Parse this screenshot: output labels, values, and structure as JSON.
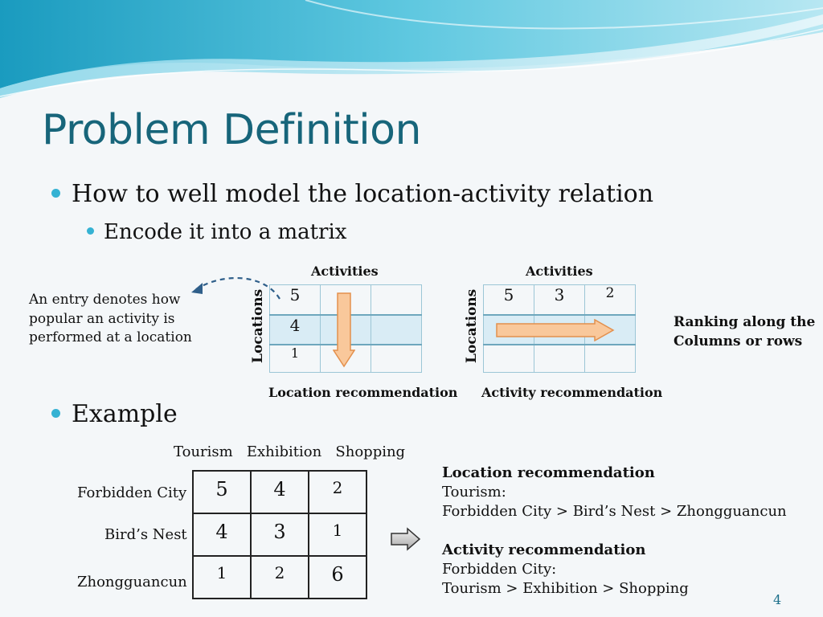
{
  "slide": {
    "title": "Problem Definition",
    "page_number": "4"
  },
  "bullets": {
    "b1": "How to well model the location-activity relation",
    "b1_sub": "Encode it into a matrix",
    "b2": "Example"
  },
  "annotation": {
    "line1": "An entry denotes how",
    "line2": "popular  an activity is",
    "line3": "performed at a location"
  },
  "ranking_note": {
    "line1": "Ranking along the",
    "line2": "Columns or rows"
  },
  "matrix_left": {
    "col_header": "Activities",
    "row_header": "Locations",
    "rows": [
      [
        "5",
        "",
        ""
      ],
      [
        "4",
        "",
        ""
      ],
      [
        "1",
        "",
        ""
      ]
    ],
    "caption": "Location recommendation"
  },
  "matrix_right": {
    "col_header": "Activities",
    "row_header": "Locations",
    "rows": [
      [
        "5",
        "3",
        "2"
      ],
      [
        "",
        "",
        ""
      ],
      [
        "",
        "",
        ""
      ]
    ],
    "caption": "Activity recommendation"
  },
  "example": {
    "columns": [
      "Tourism",
      "Exhibition",
      "Shopping"
    ],
    "row_labels": [
      "Forbidden City",
      "Bird’s Nest",
      "Zhongguancun"
    ],
    "values": [
      [
        "5",
        "4",
        "2"
      ],
      [
        "4",
        "3",
        "1"
      ],
      [
        "1",
        "2",
        "6"
      ]
    ]
  },
  "results": {
    "loc_title": "Location recommendation",
    "loc_line1": "Tourism:",
    "loc_line2": "Forbidden City > Bird’s Nest > Zhongguancun",
    "act_title": "Activity recommendation",
    "act_line1": "Forbidden City:",
    "act_line2": "Tourism > Exhibition > Shopping"
  },
  "colors": {
    "title": "#17657a",
    "bullet": "#35b2d3",
    "matrix_border": "#9cc6d6",
    "arrow_fill": "#f9c89b",
    "arrow_stroke": "#e3904d",
    "dashed_arrow": "#2f5f8a"
  }
}
